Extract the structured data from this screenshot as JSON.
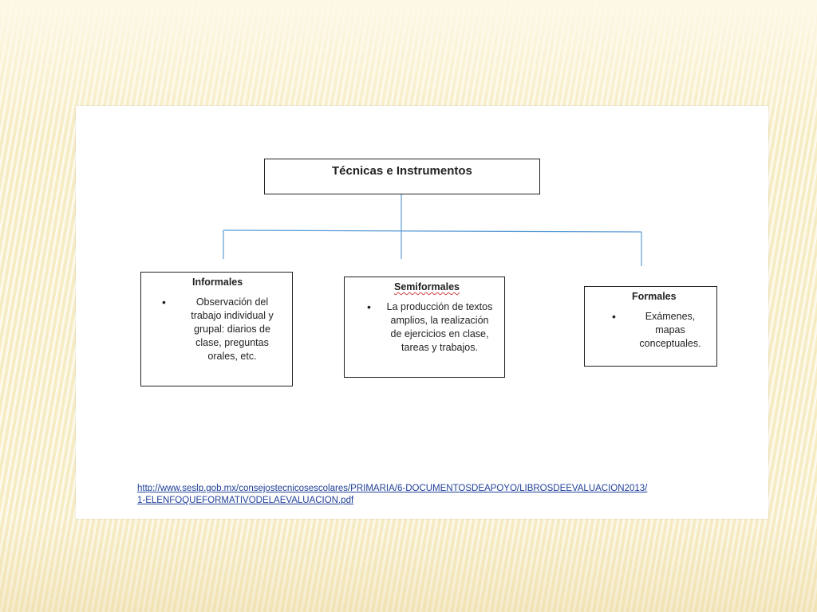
{
  "diagram": {
    "root": "Técnicas e Instrumentos",
    "children": [
      {
        "title": "Informales",
        "items": [
          "Observación del trabajo individual y grupal: diarios de clase, preguntas orales, etc."
        ]
      },
      {
        "title": "Semiformales",
        "items": [
          "La producción de textos amplios, la realización de ejercicios en clase, tareas y trabajos."
        ]
      },
      {
        "title": "Formales",
        "items": [
          "Exámenes, mapas conceptuales."
        ]
      }
    ],
    "connector_color": "#5b9bd5"
  },
  "source_link": "http://www.seslp.gob.mx/consejostecnicosescolares/PRIMARIA/6-DOCUMENTOSDEAPOYO/LIBROSDEEVALUACION2013/1-ELENFOQUEFORMATIVODELAEVALUACION.pdf"
}
